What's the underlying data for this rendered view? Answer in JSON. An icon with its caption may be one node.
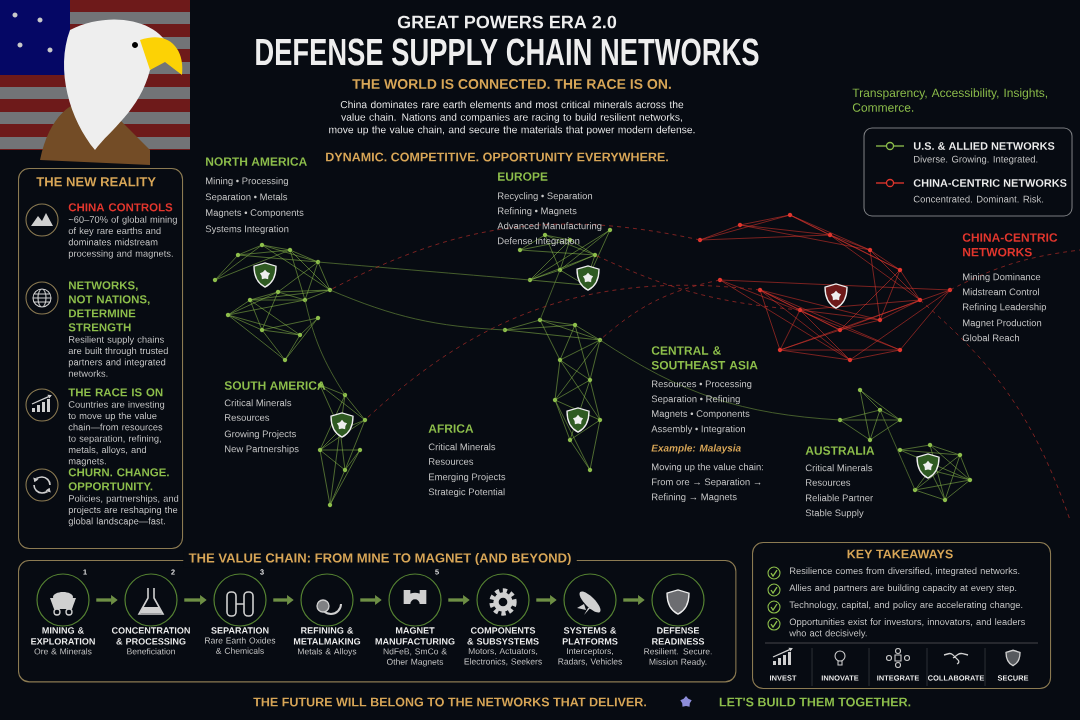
{
  "diagram": {
    "title": "DEFENSE SUPPLY CHAIN NETWORKS",
    "nodes": [
      {
        "text": [
          "THE NEW REALITY",
          "CHINA CONTROLS",
          "~60–70% of global mining of key rare earths and dominates midstream processing and magnets.",
          "NETWORKS, NOT NATIONS, DETERMINE STRENGTH",
          "Resilient supply chains are built through trusted partners and integrated networks.",
          "THE RACE IS ON",
          "Countries are investing to move up the value chain—from resources to separation, refining, metals, alloys, and magnets.",
          "CHURN. CHANGE. OPPORTUNITY.",
          "Policies, partnerships, and projects are reshaping the global landscape—fast."
        ]
      },
      {
        "text": [
          "THE VALUE CHAIN: FROM MINE TO MAGNET (AND BEYOND)"
        ]
      },
      {
        "text": [
          "MINING & EXPLORATION",
          "Ore & Minerals"
        ],
        "in": 1,
        "beside": [
          "1"
        ]
      },
      {
        "text": [
          "CONCENTRATION & PROCESSING",
          "Beneficiation"
        ],
        "in": 1,
        "beside": [
          "2"
        ]
      },
      {
        "text": [
          "SEPARATION",
          "Rare Earth Oxides & Chemicals"
        ],
        "in": 1,
        "beside": [
          "3"
        ]
      },
      {
        "text": [
          "REFINING & METALMAKING",
          "Metals & Alloys"
        ],
        "in": 1
      },
      {
        "text": [
          "MAGNET MANUFACTURING",
          "NdFeB, SmCo & Other Magnets"
        ],
        "in": 1,
        "beside": [
          "5"
        ]
      },
      {
        "text": [
          "COMPONENTS & SUBSYSTEMS",
          "Motors, Actuators, Electronics, Seekers"
        ],
        "in": 1
      },
      {
        "text": [
          "SYSTEMS & PLATFORMS",
          "Interceptors, Radars, Vehicles"
        ],
        "in": 1
      },
      {
        "text": [
          "DEFENSE READINESS",
          "Resilient. Secure. Mission Ready."
        ],
        "in": 1
      },
      {
        "text": [
          "KEY TAKEAWAYS",
          "Resilience comes from diversified, integrated networks.",
          "Allies and partners are building capacity at every step.",
          "Technology, capital, and policy are accelerating change.",
          "Opportunities exist for investors, innovators, and leaders who act decisively.",
          "INVEST",
          "INNOVATE",
          "INTEGRATE",
          "COLLABORATE",
          "SECURE"
        ]
      }
    ],
    "edges": [
      {
        "from": 2,
        "to": 3,
        "arrow": "to"
      },
      {
        "from": 3,
        "to": 4,
        "arrow": "to"
      },
      {
        "from": 4,
        "to": 5,
        "arrow": "to"
      },
      {
        "from": 5,
        "to": 6,
        "arrow": "to"
      },
      {
        "from": 6,
        "to": 7,
        "arrow": "to"
      },
      {
        "from": 7,
        "to": 8,
        "arrow": "to"
      },
      {
        "from": 8,
        "to": 9,
        "arrow": "to"
      }
    ],
    "labels": [
      "GREAT POWERS ERA 2.0",
      "THE WORLD IS CONNECTED. THE RACE IS ON.",
      "China dominates rare earth elements and most critical minerals across the value chain. Nations and companies are racing to build resilient networks, move up the value chain, and secure the materials that power modern defense.",
      "DYNAMIC. COMPETITIVE. OPPORTUNITY EVERYWHERE.",
      "Transparency, Accessibility, Insights, Commerce.",
      "Diverse. Growing. Integrated.",
      "Concentrated. Dominant. Risk.",
      "NORTH AMERICA",
      "Mining • Processing",
      "Separation • Metals",
      "Magnets • Components",
      "Systems Integration",
      "EUROPE",
      "Recycling • Separation",
      "Refining • Magnets",
      "Advanced Manufacturing",
      "Defense Integration",
      "CHINA-CENTRIC NETWORKS",
      "Mining Dominance",
      "Midstream Control",
      "Refining Leadership",
      "Magnet Production",
      "Global Reach",
      "SOUTH AMERICA",
      "Critical Minerals",
      "Resources",
      "Growing Projects",
      "New Partnerships",
      "CENTRAL & SOUTHEAST ASIA",
      "Resources • Processing",
      "Separation • Refining",
      "Magnets • Components",
      "Assembly • Integration",
      "Example: Malaysia",
      "Moving up the value chain:",
      "From ore → Separation →",
      "Refining → Magnets",
      "AFRICA",
      "Critical Minerals",
      "Resources",
      "Emerging Projects",
      "Strategic Potential",
      "AUSTRALIA",
      "Critical Minerals",
      "Resources",
      "Reliable Partner",
      "Stable Supply",
      "THE FUTURE WILL BELONG TO THE NETWORKS THAT DELIVER.",
      "LET'S BUILD THEM TOGETHER."
    ],
    "legend": [
      {
        "text": "U.S. & ALLIED NETWORKS"
      },
      {
        "text": "CHINA-CENTRIC NETWORKS"
      }
    ]
  }
}
